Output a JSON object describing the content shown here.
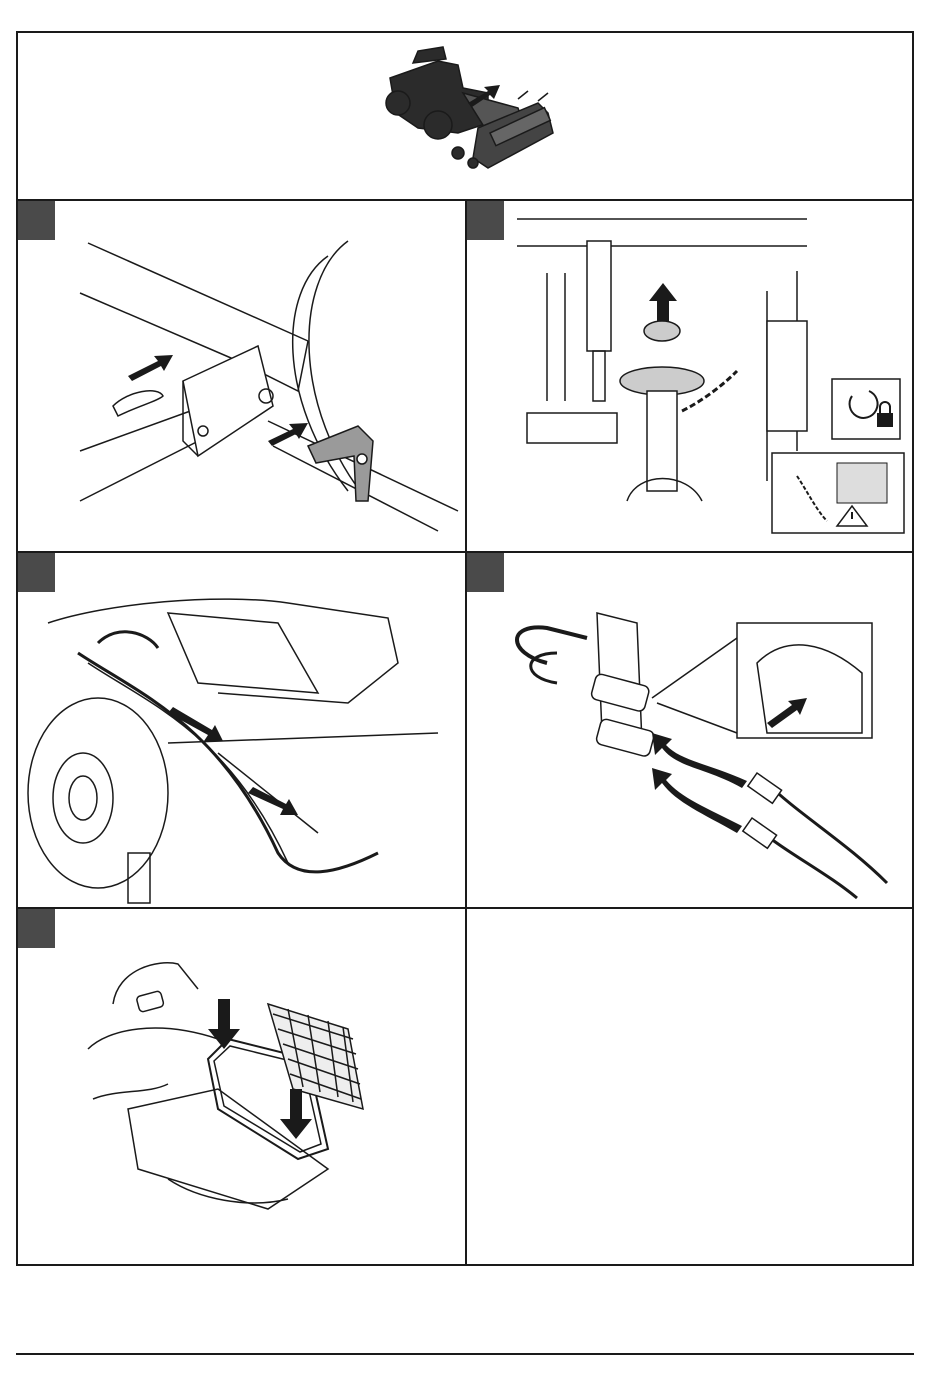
{
  "document": {
    "type": "assembly-instruction-page",
    "panels": [
      {
        "id": "header",
        "content": "machine-overview-illustration"
      },
      {
        "id": "step-1",
        "content": "attach-pin-to-frame"
      },
      {
        "id": "step-2",
        "content": "connect-pto-shaft",
        "icons": [
          "rotation-lock-icon",
          "chain-warning-icon"
        ]
      },
      {
        "id": "step-3",
        "content": "route-hydraulic-hoses"
      },
      {
        "id": "step-4",
        "content": "connect-hydraulic-couplings"
      },
      {
        "id": "step-5",
        "content": "fasten-cover-bolts"
      },
      {
        "id": "empty",
        "content": "blank-panel"
      }
    ]
  },
  "colors": {
    "line": "#1a1a1a",
    "marker": "#4a4a4a",
    "fill_grey": "#9a9a9a",
    "fill_dark": "#2b2b2b"
  }
}
